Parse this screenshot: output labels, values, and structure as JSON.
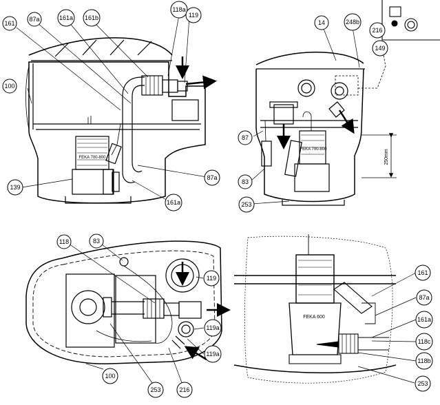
{
  "diagram": {
    "labels": {
      "l100a": "100",
      "l161a": "161",
      "l87a_top": "87a",
      "l161a_top": "161a",
      "l161b": "161b",
      "l118a": "118a",
      "l119_top": "119",
      "l139": "139",
      "l87a_mid": "87a",
      "l161a_mid": "161a",
      "l14": "14",
      "l248b": "248b",
      "l216_top": "216",
      "l149": "149",
      "l87": "87",
      "l83_mid": "83",
      "l253_mid": "253",
      "l118": "118",
      "l83_bot": "83",
      "l119_bot": "119",
      "l119a_1": "119a",
      "l119a_2": "119a",
      "l100_bot": "100",
      "l253_bot": "253",
      "l216_bot": "216",
      "l161_br": "161",
      "l87a_br": "87a",
      "l161a_br": "161a",
      "l118c": "118c",
      "l118b": "118b",
      "l253_br": "253"
    },
    "pump_text": {
      "p1": "FEKA 700-800",
      "p2": "FEKA 700-800",
      "p3": "FEKA 600"
    },
    "dimension": "250mm"
  }
}
